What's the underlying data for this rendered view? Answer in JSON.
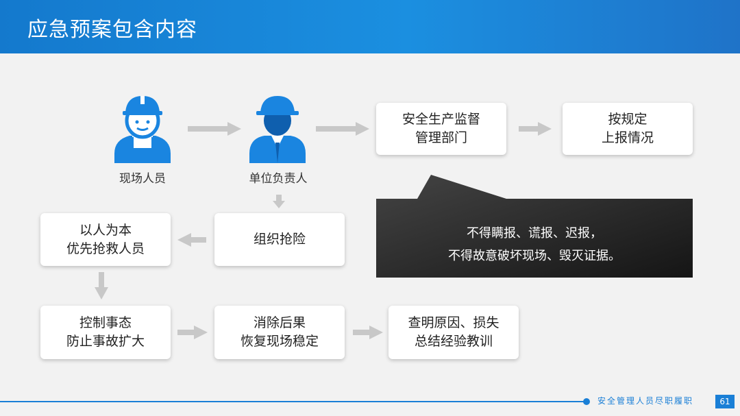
{
  "header": {
    "title": "应急预案包含内容"
  },
  "colors": {
    "header_blue": "#1479cd",
    "icon_blue": "#1a85e0",
    "arrow_gray": "#c8c8c8",
    "callout_dark": "#222222"
  },
  "actors": [
    {
      "icon": "worker-hardhat-icon",
      "label": "现场人员"
    },
    {
      "icon": "supervisor-hardhat-icon",
      "label": "单位负责人"
    }
  ],
  "boxes": {
    "safety_dept": [
      "安全生产监督",
      "管理部门"
    ],
    "report": [
      "按规定",
      "上报情况"
    ],
    "rescue": [
      "组织抢险"
    ],
    "people_first": [
      "以人为本",
      "优先抢救人员"
    ],
    "control": [
      "控制事态",
      "防止事故扩大"
    ],
    "eliminate": [
      "消除后果",
      "恢复现场稳定"
    ],
    "investigate": [
      "查明原因、损失",
      "总结经验教训"
    ]
  },
  "callout": [
    "不得瞒报、谎报、迟报，",
    "不得故意破坏现场、毁灭证据。"
  ],
  "footer": {
    "text": "安全管理人员尽职履职",
    "page": "61"
  }
}
